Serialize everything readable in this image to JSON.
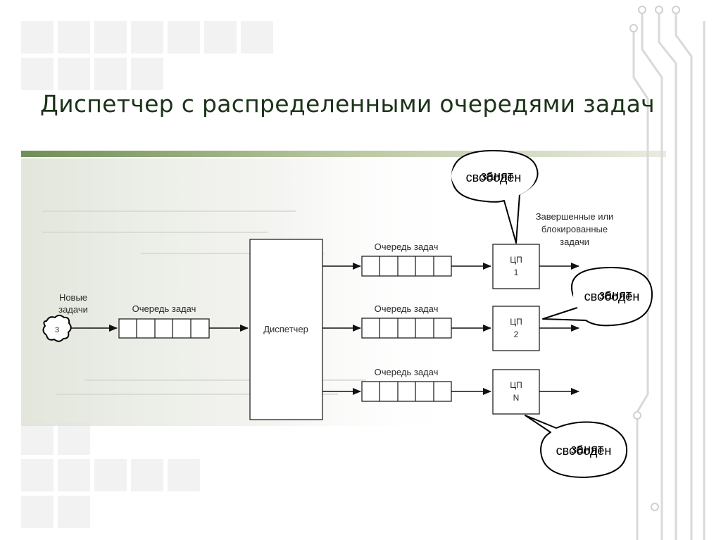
{
  "slide": {
    "title": "Диспетчер с распределенными очередями задач"
  },
  "diagram": {
    "new_tasks_label_1": "Новые",
    "new_tasks_label_2": "задачи",
    "new_task_badge": "3",
    "input_queue_label": "Очередь задач",
    "dispatcher_label": "Диспетчер",
    "cpu_queues": [
      {
        "queue_label": "Очередь задач",
        "cpu_line1": "ЦП",
        "cpu_line2": "1"
      },
      {
        "queue_label": "Очередь задач",
        "cpu_line1": "ЦП",
        "cpu_line2": "2"
      },
      {
        "queue_label": "Очередь задач",
        "cpu_line1": "ЦП",
        "cpu_line2": "N"
      }
    ],
    "completed_label_1": "Завершенные или",
    "completed_label_2": "блокированные",
    "completed_label_3": "задачи",
    "bubbles": [
      {
        "text_a": "свободен",
        "text_b": "занят"
      },
      {
        "text_a": "свободен",
        "text_b": "занят"
      },
      {
        "text_a": "свободен",
        "text_b": "занят"
      }
    ]
  },
  "colors": {
    "title": "#1c3319",
    "accent_green": "#7a9c63",
    "circuit_line": "#d9d9d9"
  }
}
